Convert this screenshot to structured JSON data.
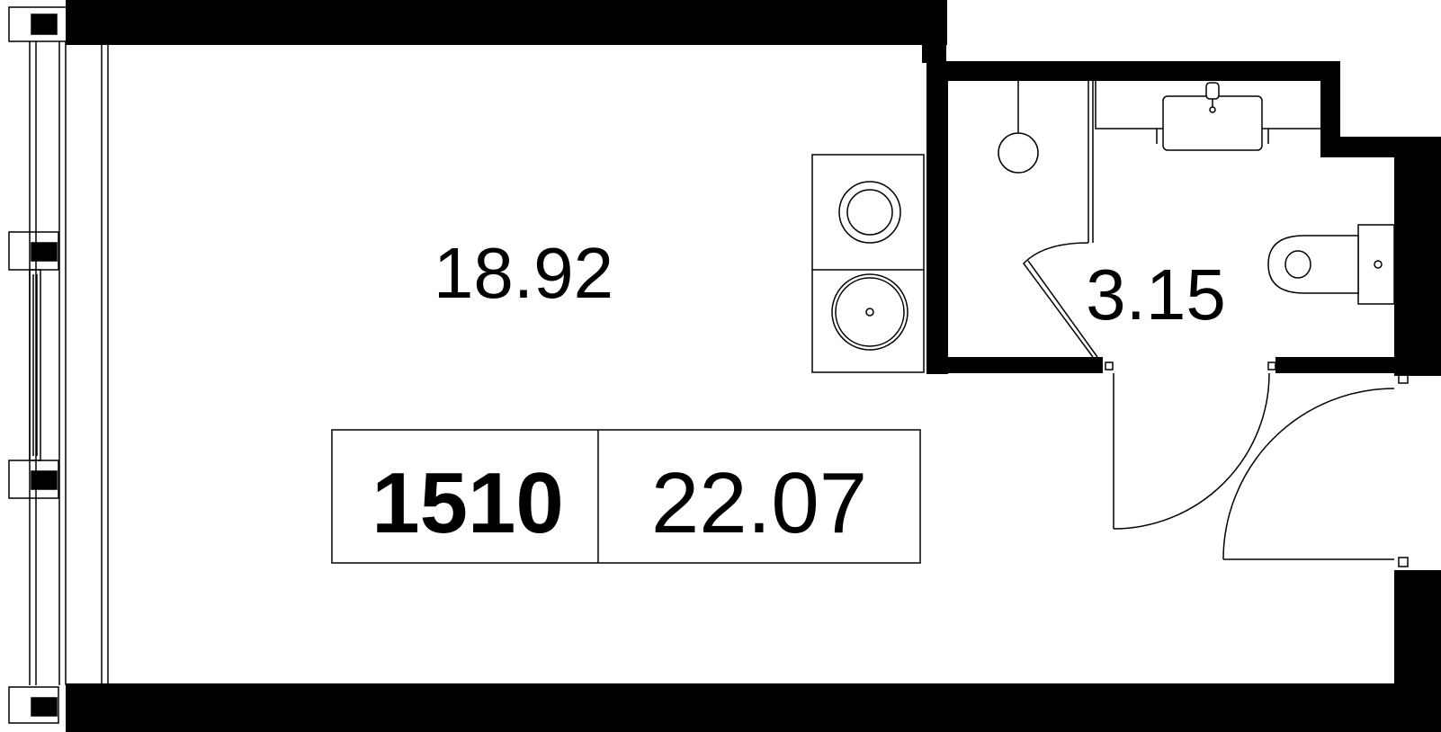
{
  "rooms": {
    "main_room": {
      "area": "18.92"
    },
    "bathroom": {
      "area": "3.15"
    }
  },
  "summary": {
    "apartment_number": "1510",
    "total_area": "22.07"
  },
  "colors": {
    "wall": "#000000",
    "line": "#000000",
    "background": "#ffffff",
    "panel": "#ffffff"
  }
}
